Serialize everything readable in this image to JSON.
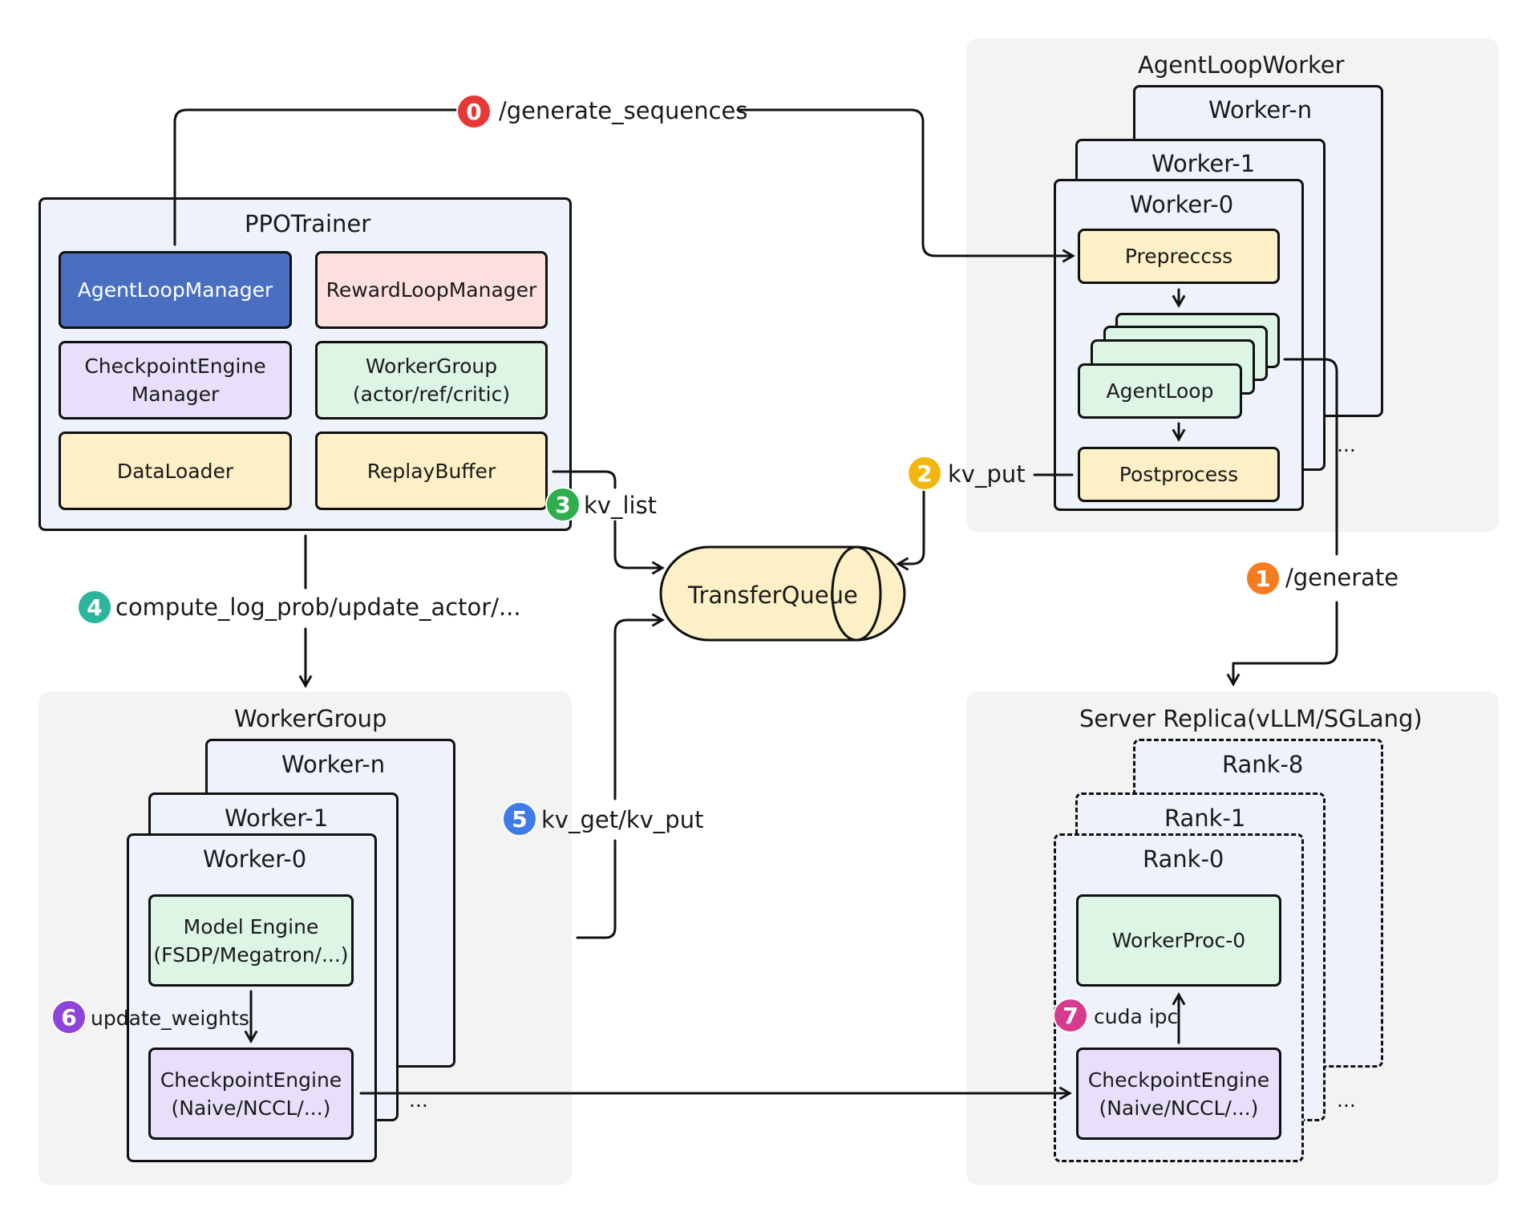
{
  "ppo_trainer": {
    "title": "PPOTrainer",
    "agent_loop_manager": "AgentLoopManager",
    "reward_loop_manager": "RewardLoopManager",
    "checkpoint_engine_manager": "CheckpointEngine\nManager",
    "worker_group": "WorkerGroup\n(actor/ref/critic)",
    "data_loader": "DataLoader",
    "replay_buffer": "ReplayBuffer"
  },
  "agent_loop_worker": {
    "title": "AgentLoopWorker",
    "worker_n": "Worker-n",
    "worker_1": "Worker-1",
    "worker_0": "Worker-0",
    "preprocess": "Prepreccss",
    "agent_loop": "AgentLoop",
    "postprocess": "Postprocess",
    "ellipsis": "..."
  },
  "transfer_queue": {
    "label": "TransferQueue"
  },
  "worker_group": {
    "title": "WorkerGroup",
    "worker_n": "Worker-n",
    "worker_1": "Worker-1",
    "worker_0": "Worker-0",
    "model_engine": "Model Engine\n(FSDP/Megatron/...)",
    "checkpoint_engine": "CheckpointEngine\n(Naive/NCCL/...)",
    "ellipsis": "..."
  },
  "server_replica": {
    "title": "Server Replica(vLLM/SGLang)",
    "rank_8": "Rank-8",
    "rank_1": "Rank-1",
    "rank_0": "Rank-0",
    "worker_proc": "WorkerProc-0",
    "checkpoint_engine": "CheckpointEngine\n(Naive/NCCL/...)",
    "ellipsis": "..."
  },
  "edges": [
    {
      "step": "0",
      "label": "/generate_sequences",
      "color": "#e53935"
    },
    {
      "step": "1",
      "label": "/generate",
      "color": "#f57c20"
    },
    {
      "step": "2",
      "label": "kv_put",
      "color": "#f2b70f"
    },
    {
      "step": "3",
      "label": "kv_list",
      "color": "#2fae4e"
    },
    {
      "step": "4",
      "label": "compute_log_prob/update_actor/...",
      "color": "#2bb59c"
    },
    {
      "step": "5",
      "label": "kv_get/kv_put",
      "color": "#3f7be8"
    },
    {
      "step": "6",
      "label": "update_weights",
      "color": "#8e44d8"
    },
    {
      "step": "7",
      "label": "cuda ipc",
      "color": "#d63b8f"
    }
  ]
}
